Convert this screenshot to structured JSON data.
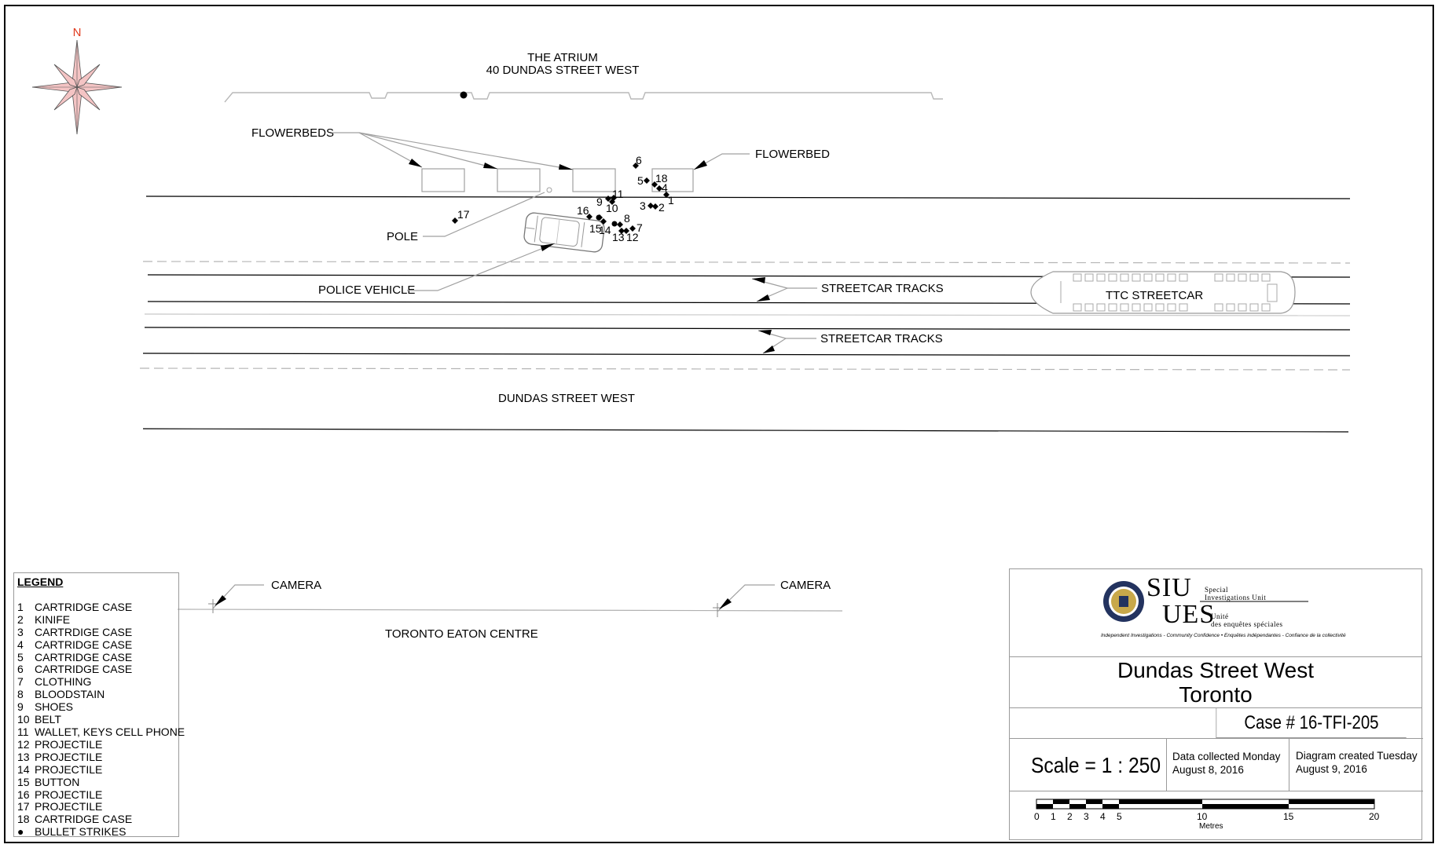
{
  "compass": {
    "north_label": "N"
  },
  "labels": {
    "atrium_line1": "THE ATRIUM",
    "atrium_line2": "40 DUNDAS STREET WEST",
    "flowerbeds": "FLOWERBEDS",
    "flowerbed": "FLOWERBED",
    "pole": "POLE",
    "police_vehicle": "POLICE VEHICLE",
    "streetcar_tracks_1": "STREETCAR TRACKS",
    "streetcar_tracks_2": "STREETCAR TRACKS",
    "ttc_streetcar": "TTC STREETCAR",
    "dundas_street_west": "DUNDAS STREET WEST",
    "camera_1": "CAMERA",
    "camera_2": "CAMERA",
    "eaton_centre": "TORONTO EATON CENTRE"
  },
  "evidence_numbers": {
    "n1": "1",
    "n2": "2",
    "n3": "3",
    "n4": "4",
    "n5": "5",
    "n6": "6",
    "n7": "7",
    "n8": "8",
    "n9": "9",
    "n10": "10",
    "n11": "11",
    "n12": "12",
    "n13": "13",
    "n14": "14",
    "n15": "15",
    "n16": "16",
    "n17": "17",
    "n18": "18"
  },
  "legend": {
    "title": "LEGEND",
    "items": [
      {
        "num": "1",
        "label": "CARTRIDGE CASE"
      },
      {
        "num": "2",
        "label": "KINIFE"
      },
      {
        "num": "3",
        "label": "CARTRDIGE CASE"
      },
      {
        "num": "4",
        "label": "CARTRIDGE CASE"
      },
      {
        "num": "5",
        "label": "CARTRIDGE CASE"
      },
      {
        "num": "6",
        "label": "CARTRIDGE CASE"
      },
      {
        "num": "7",
        "label": "CLOTHING"
      },
      {
        "num": "8",
        "label": "BLOODSTAIN"
      },
      {
        "num": "9",
        "label": "SHOES"
      },
      {
        "num": "10",
        "label": "BELT"
      },
      {
        "num": "11",
        "label": "WALLET, KEYS CELL PHONE"
      },
      {
        "num": "12",
        "label": "PROJECTILE"
      },
      {
        "num": "13",
        "label": "PROJECTILE"
      },
      {
        "num": "14",
        "label": "PROJECTILE"
      },
      {
        "num": "15",
        "label": "BUTTON"
      },
      {
        "num": "16",
        "label": "PROJECTILE"
      },
      {
        "num": "17",
        "label": "PROJECTILE"
      },
      {
        "num": "18",
        "label": "CARTRIDGE CASE"
      }
    ],
    "bullet_strikes": "BULLET STRIKES"
  },
  "title_block": {
    "logo_siu": "SIU",
    "logo_ues": "UES",
    "logo_en_line1": "Special",
    "logo_en_line2": "Investigations Unit",
    "logo_fr_line1": "Unité",
    "logo_fr_line2": "des enquêtes spéciales",
    "logo_tagline": "Independent Investigations - Community Confidence • Enquêtes indépendantes - Confiance de la collectivité",
    "title_line1": "Dundas Street West",
    "title_line2": "Toronto",
    "case": "Case # 16-TFI-205",
    "scale": "Scale =  1 : 250",
    "collected_line1": "Data collected Monday",
    "collected_line2": "August 8, 2016",
    "created_line1": "Diagram created Tuesday",
    "created_line2": "August 9, 2016"
  },
  "scale_bar": {
    "ticks": [
      "0",
      "1",
      "2",
      "3",
      "4",
      "5",
      "10",
      "15",
      "20"
    ],
    "unit": "Metres"
  }
}
